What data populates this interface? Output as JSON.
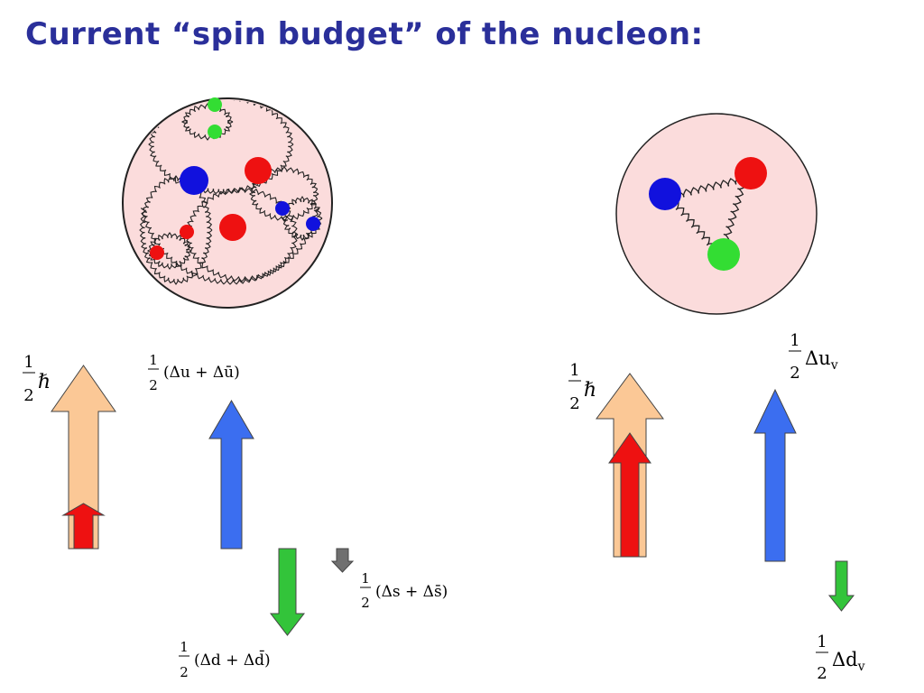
{
  "title": "Current “spin budget” of the nucleon:",
  "colors": {
    "title": "#2a2f9a",
    "disk_fill": "#fbdcdc",
    "spin_arrow": "#fbc896",
    "u_quark_arrow": "#3b6ef0",
    "d_quark_arrow": "#33c43a",
    "s_quark_arrow": "#707070",
    "gluon_part_arrow": "#ee1111",
    "quark_red": "#ee1111",
    "quark_blue": "#1111dd",
    "quark_green": "#33dd33"
  },
  "labels": {
    "fraction_numerator": "1",
    "fraction_denominator": "2",
    "hbar": "ℏ",
    "delta_u_ubar": "(Δu + Δū)",
    "delta_d_dbar": "(Δd + Δd̄)",
    "delta_s_sbar": "(Δs + Δs̄)",
    "delta_u_v": "Δu",
    "delta_d_v": "Δd",
    "valence_subscript": "v"
  }
}
